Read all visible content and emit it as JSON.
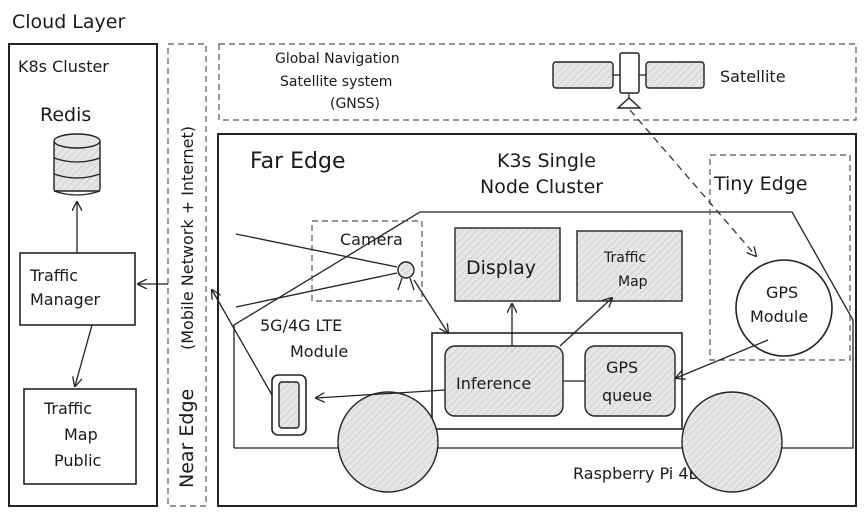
{
  "labels": {
    "cloud_layer": "Cloud Layer",
    "k8s_cluster": "K8s Cluster",
    "redis": "Redis",
    "traffic_manager_1": "Traffic",
    "traffic_manager_2": "Manager",
    "traffic_map_public_1": "Traffic",
    "traffic_map_public_2": "Map",
    "traffic_map_public_3": "Public",
    "mobile_network": "(Mobile Network + Internet)",
    "near_edge": "Near Edge",
    "gnss_1": "Global Navigation",
    "gnss_2": "Satellite system",
    "gnss_3": "(GNSS)",
    "satellite": "Satellite",
    "far_edge": "Far Edge",
    "k3s_1": "K3s Single",
    "k3s_2": "Node Cluster",
    "tiny_edge": "Tiny Edge",
    "camera": "Camera",
    "display": "Display",
    "traffic_map_1": "Traffic",
    "traffic_map_2": "Map",
    "gps_module_1": "GPS",
    "gps_module_2": "Module",
    "lte_1": "5G/4G LTE",
    "lte_2": "Module",
    "inference": "Inference",
    "gps_queue_1": "GPS",
    "gps_queue_2": "queue",
    "raspberry_pi": "Raspberry Pi 4B"
  }
}
